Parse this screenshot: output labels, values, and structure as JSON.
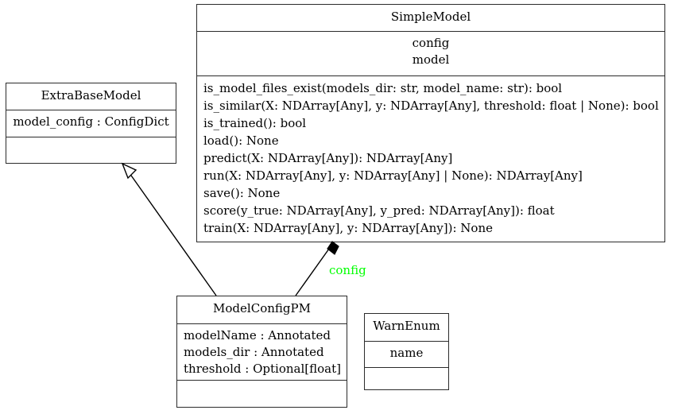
{
  "diagram": {
    "type": "uml-class-diagram",
    "background_color": "#ffffff",
    "line_color": "#000000",
    "border_color": "#2b2b2b",
    "association_label_color": "#00ff00"
  },
  "classes": {
    "simple_model": {
      "name": "SimpleModel",
      "attributes": [
        "config",
        "model"
      ],
      "methods": [
        "is_model_files_exist(models_dir: str, model_name: str): bool",
        "is_similar(X: NDArray[Any], y: NDArray[Any], threshold: float | None): bool",
        "is_trained(): bool",
        "load(): None",
        "predict(X: NDArray[Any]): NDArray[Any]",
        "run(X: NDArray[Any], y: NDArray[Any] | None): NDArray[Any]",
        "save(): None",
        "score(y_true: NDArray[Any], y_pred: NDArray[Any]): float",
        "train(X: NDArray[Any], y: NDArray[Any]): None"
      ]
    },
    "extra_base_model": {
      "name": "ExtraBaseModel",
      "attributes": [
        "model_config : ConfigDict"
      ],
      "methods": []
    },
    "model_config_pm": {
      "name": "ModelConfigPM",
      "attributes": [
        "modelName : Annotated",
        "models_dir : Annotated",
        "threshold : Optional[float]"
      ],
      "methods": []
    },
    "warn_enum": {
      "name": "WarnEnum",
      "attributes": [
        "name"
      ],
      "methods": []
    }
  },
  "relationships": {
    "inheritance": {
      "kind": "generalization",
      "from": "ModelConfigPM",
      "to": "ExtraBaseModel",
      "label": ""
    },
    "composition": {
      "kind": "composition",
      "from": "SimpleModel",
      "to": "ModelConfigPM",
      "label": "config"
    }
  }
}
